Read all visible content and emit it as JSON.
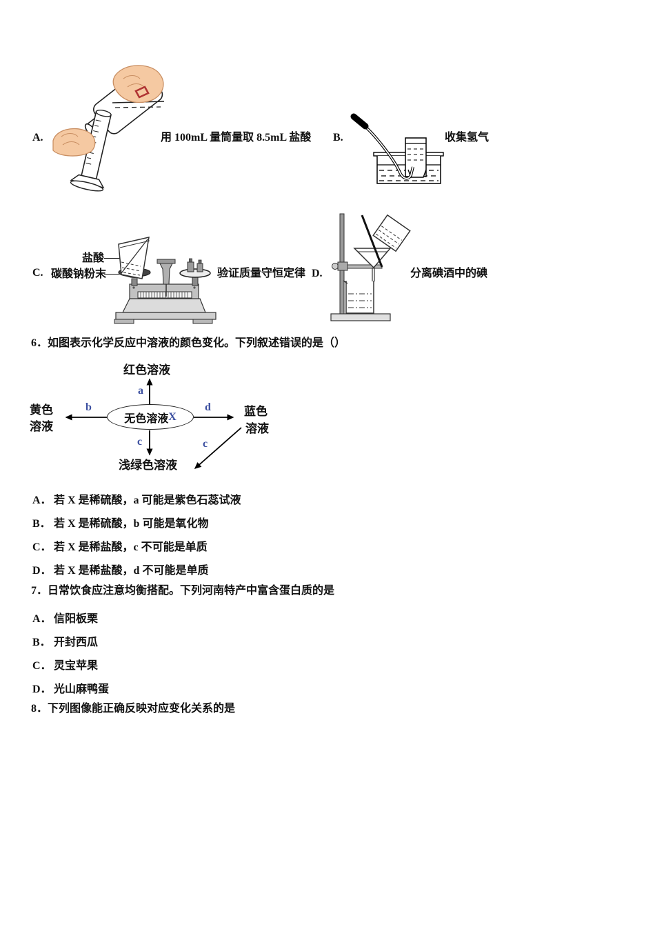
{
  "colors": {
    "accent_blue": "#3b4fa0",
    "skin": "#f5c9a2",
    "red_mark": "#b03434",
    "ink": "#111111"
  },
  "apparatus": {
    "a_label": "A.",
    "a_caption": "用 100mL 量筒量取 8.5mL 盐酸",
    "b_label": "B.",
    "b_caption": "收集氢气",
    "c_label": "C.",
    "c_annot_top": "盐酸",
    "c_annot_bottom": "碳酸钠粉末",
    "c_caption": "验证质量守恒定律",
    "d_label": "D.",
    "d_caption": "分离碘酒中的碘"
  },
  "q6": {
    "stem": "6．如图表示化学反应中溶液的颜色变化。下列叙述错误的是（）",
    "diagram": {
      "top": "红色溶液",
      "left1": "黄色",
      "left2": "溶液",
      "right1": "蓝色",
      "right2": "溶液",
      "bottom": "浅绿色溶液",
      "center": "无色溶液",
      "center_x": "X",
      "a": "a",
      "b": "b",
      "c": "c",
      "c2": "c",
      "d": "d"
    },
    "options": [
      {
        "label": "A．",
        "text": "若 X 是稀硫酸，a 可能是紫色石蕊试液"
      },
      {
        "label": "B．",
        "text": "若 X 是稀硫酸，b 可能是氧化物"
      },
      {
        "label": "C．",
        "text": "若 X 是稀盐酸，c 不可能是单质"
      },
      {
        "label": "D．",
        "text": "若 X 是稀盐酸，d 不可能是单质"
      }
    ]
  },
  "q7": {
    "stem": "7．日常饮食应注意均衡搭配。下列河南特产中富含蛋白质的是",
    "options": [
      {
        "label": "A．",
        "text": "信阳板栗"
      },
      {
        "label": "B．",
        "text": "开封西瓜"
      },
      {
        "label": "C．",
        "text": "灵宝苹果"
      },
      {
        "label": "D．",
        "text": "光山麻鸭蛋"
      }
    ]
  },
  "q8": {
    "stem": "8．下列图像能正确反映对应变化关系的是"
  }
}
